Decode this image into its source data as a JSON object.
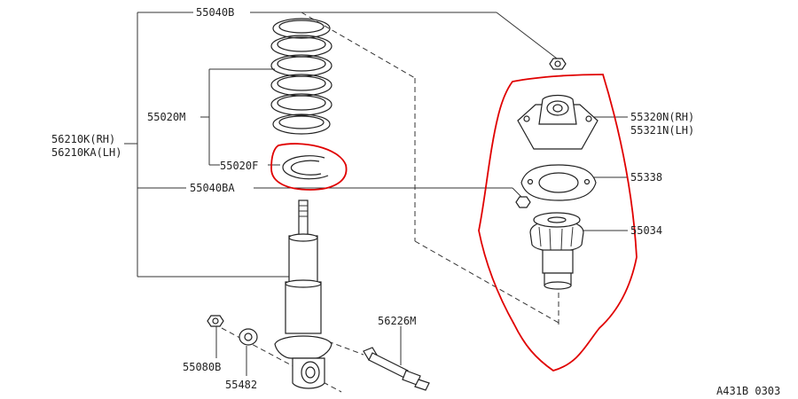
{
  "labels": {
    "p55040B": "55040B",
    "p55020M": "55020M",
    "p55020F": "55020F",
    "p55040BA": "55040BA",
    "p56210K": "56210K(RH)",
    "p56210KA": "56210KA(LH)",
    "p55320N": "55320N(RH)",
    "p55321N": "55321N(LH)",
    "p55338": "55338",
    "p55034": "55034",
    "p56226M": "56226M",
    "p55080B": "55080B",
    "p55482": "55482",
    "ref": "A431B 0303"
  },
  "colors": {
    "highlight": "#e00000",
    "line": "#333333"
  }
}
